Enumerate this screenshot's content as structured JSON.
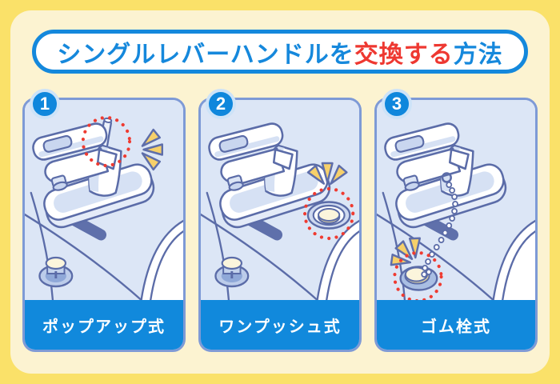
{
  "title": {
    "part1": "シングルレバーハンドルを",
    "part2": "交換する",
    "part3": "方法"
  },
  "panels": [
    {
      "number": "1",
      "label": "ポップアップ式",
      "feature": "pop-up-rod-behind-faucet"
    },
    {
      "number": "2",
      "label": "ワンプッシュ式",
      "feature": "one-push-button-on-counter"
    },
    {
      "number": "3",
      "label": "ゴム栓式",
      "feature": "rubber-stopper-with-bead-chain"
    }
  ],
  "colors": {
    "outer_background_yellow": "#FAE169",
    "board_cream": "#FCF3D1",
    "accent_blue": "#1488DC",
    "accent_red": "#EE3831",
    "footer_blue": "#1189DC",
    "panel_background": "#DCE6F6",
    "panel_border": "#7E9AD6",
    "line_slate_blue": "#5B6CA8",
    "highlight_dot_red": "#EF3B31",
    "attention_yellow": "#F6D06A",
    "shade_light_blue": "#D6E1F4",
    "cream_cap": "#FBF5DC"
  },
  "icons": {
    "step1_illustration": "faucet with pop-up rod highlighted",
    "step2_illustration": "faucet with one-push drain button highlighted",
    "step3_illustration": "faucet with rubber stopper and chain highlighted"
  }
}
